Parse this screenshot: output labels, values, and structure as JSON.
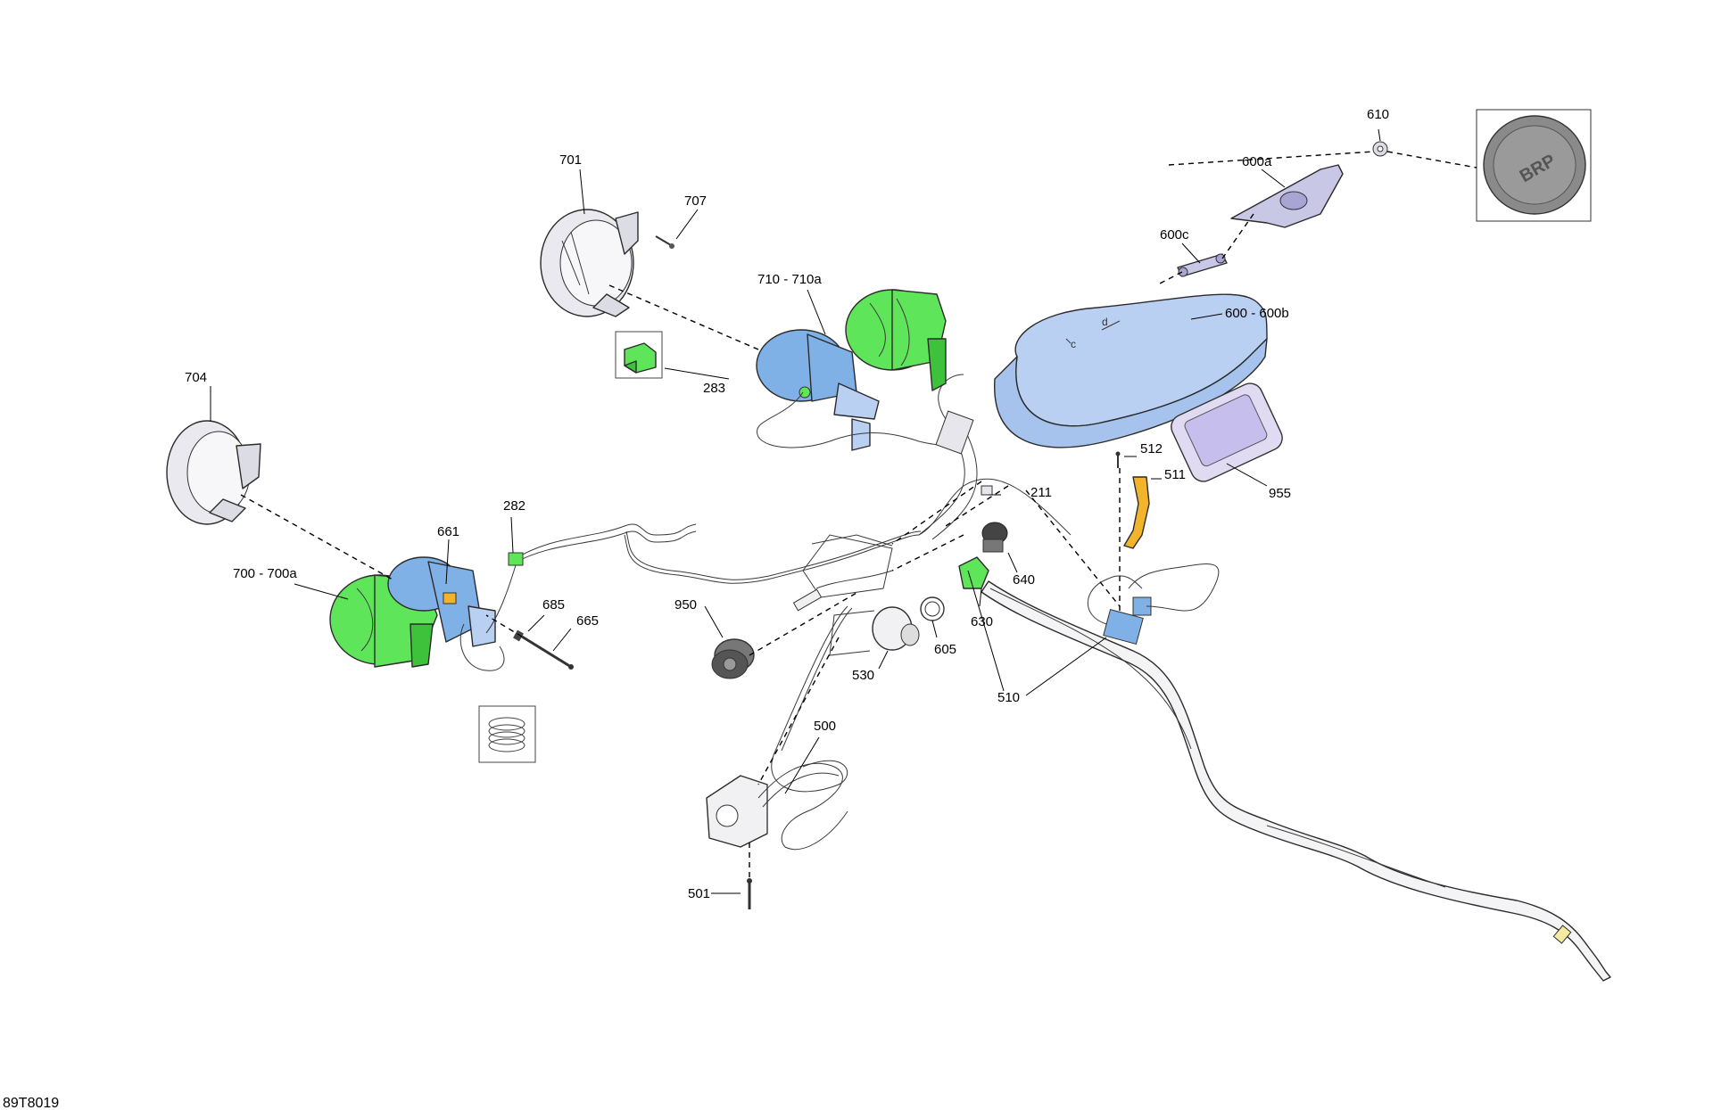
{
  "figure_id": "89T8019",
  "labels": {
    "p211": "211",
    "p282": "282",
    "p283": "283",
    "p500": "500",
    "p501": "501",
    "p510": "510",
    "p511": "511",
    "p512": "512",
    "p530": "530",
    "p600": "600 - 600b",
    "p600a": "600a",
    "p600c": "600c",
    "p605": "605",
    "p610": "610",
    "p630": "630",
    "p640": "640",
    "p661": "661",
    "p665": "665",
    "p685": "685",
    "p700": "700 - 700a",
    "p701": "701",
    "p704": "704",
    "p707": "707",
    "p710": "710 - 710a",
    "p950": "950",
    "p955": "955"
  },
  "emblem_text": "BRP",
  "colors": {
    "green": "#5fe55a",
    "blue": "#7fb0e6",
    "light_blue": "#b9d0f2",
    "grey": "#e9e9ef",
    "orange": "#f2b42a"
  }
}
